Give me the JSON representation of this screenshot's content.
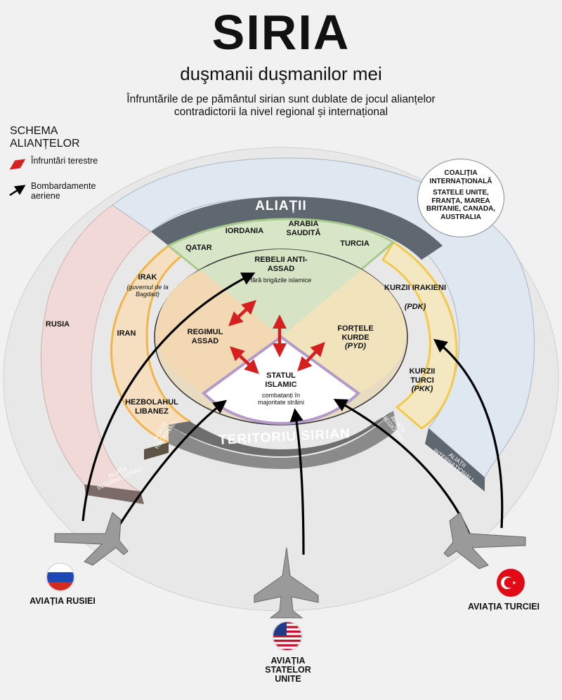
{
  "header": {
    "title": "SIRIA",
    "subtitle": "duşmanii duşmanilor mei",
    "intro": "Înfruntările de pe pământul sirian sunt dublate de jocul alianțelor contradictorii la nivel regional și internațional"
  },
  "legend": {
    "title": "SCHEMA ALIANȚELOR",
    "items": [
      {
        "label": "Înfruntări terestre",
        "icon": "red-double-arrow-icon"
      },
      {
        "label": "Bombardamente aeriene",
        "icon": "black-arrow-icon"
      }
    ]
  },
  "coalition": {
    "heading": "COALIȚIA INTERNAȚIONALĂ",
    "members": "STATELE UNITE, FRANȚA, MAREA BRITANIE, CANADA, AUSTRALIA"
  },
  "rings": {
    "allies": "ALIAȚII",
    "syrian_territory": "TERITORIU SIRIAN",
    "regional_left": "ALIAȚII REGIONALI",
    "regional_right": "ALIAȚII REGIONALI",
    "international_left": "ALIAȚII INTERNAȚIONALI",
    "international_right": "ALIAȚII INTERNAȚIONALI"
  },
  "outer_actors": {
    "russia": "RUSIA",
    "jordan": "IORDANIA",
    "saudi": "ARABIA SAUDITĂ",
    "qatar": "QATAR",
    "turkey": "TURCIA",
    "iraq": "IRAK",
    "iraq_note": "(guvernul de la Bagdad)",
    "iran": "IRAN",
    "hezbollah": "HEZBOLAHUL LIBANEZ",
    "kurds_iraq": "KURZII IRAKIENI",
    "kurds_iraq_party": "(PDK)",
    "kurds_turkey": "KURZII TURCI",
    "kurds_turkey_party": "(PKK)"
  },
  "inner_actors": {
    "rebels": "REBELII ANTI-ASSAD",
    "rebels_note": "fără brigăzile islamice",
    "assad": "REGIMUL ASSAD",
    "kurdish_forces": "FORȚELE KURDE",
    "kurdish_forces_party": "(PYD)",
    "islamic_state": "STATUL ISLAMIC",
    "islamic_state_note": "combatanți în majoritate străini"
  },
  "aviation": {
    "russia": "AVIAȚIA RUSIEI",
    "usa": "AVIAȚIA STATELOR UNITE",
    "turkey": "AVIAȚIA TURCIEI"
  },
  "colors": {
    "allies_band": "#5f6770",
    "territory_band": "#6e6e6e",
    "russia_zone": "#f1d9d7",
    "coalition_zone": "#dfe7f1",
    "gulf_zone": "#d8e6c8",
    "iran_zone": "#f6dfc0",
    "kurd_zone": "#f4e8c2",
    "islamic_state_zone": "#ffffff",
    "is_border": "#b49ac8",
    "ground_arrow": "#d62020",
    "air_arrow": "#000000"
  }
}
